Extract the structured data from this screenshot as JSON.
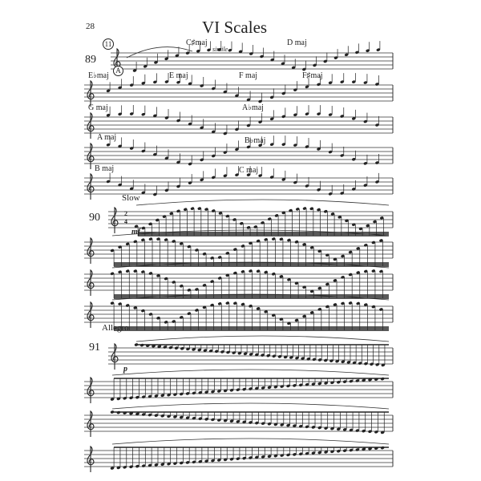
{
  "page_number": "28",
  "title": "VI Scales",
  "exercises": [
    {
      "number": "89",
      "rehearsal_circle": "11",
      "rehearsal_letter": "A",
      "tempo": ""
    },
    {
      "number": "90",
      "tempo": "Slow",
      "dynamic": "mf",
      "time_signature": [
        "2",
        "4"
      ]
    },
    {
      "number": "91",
      "tempo": "Allegro",
      "dynamic": "p"
    }
  ],
  "key_labels": [
    "C♯maj",
    "D maj",
    "E♭maj",
    "E maj",
    "F maj",
    "F♯maj",
    "G maj",
    "A♭maj",
    "A maj",
    "B♭maj",
    "B maj",
    "C maj"
  ],
  "performance_marks": {
    "simile": "simile"
  }
}
